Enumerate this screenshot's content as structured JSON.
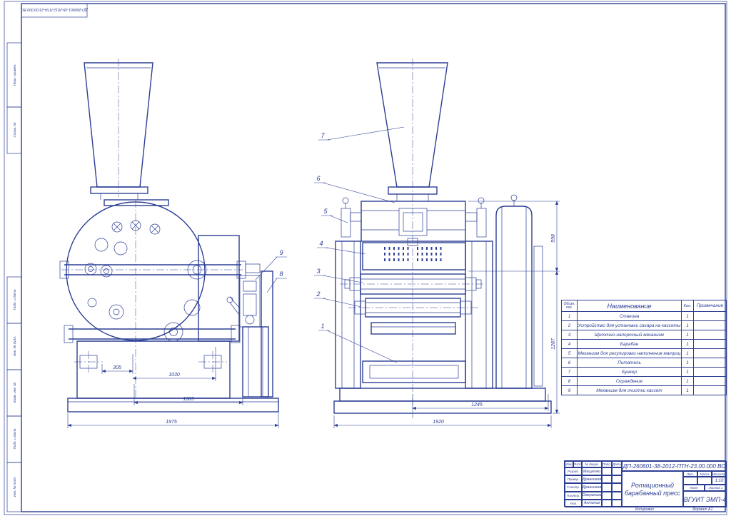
{
  "palette": {
    "ink": "#2c3e94",
    "paper": "#ffffff"
  },
  "corner_stamp": {
    "text": "ДП-260601-38-2012-ПТН-23.00.000 ВО"
  },
  "margin_labels": {
    "perv_primen": "Перв. примен.",
    "sprav_no": "Справ. №",
    "podp_data_1": "Подп. и дата",
    "inv_dubl": "Инв. № дубл.",
    "vzam_inv": "Взам. инв. №",
    "podp_data_2": "Подп. и дата",
    "inv_podl": "Инв. № подл."
  },
  "callouts": {
    "c1": "1",
    "c2": "2",
    "c3": "3",
    "c4": "4",
    "c5": "5",
    "c6": "6",
    "c7": "7",
    "c8": "8",
    "c9": "9"
  },
  "dimensions": {
    "d305": "305",
    "d1030": "1030",
    "d1005": "1005",
    "d1975": "1975",
    "d1245": "1245",
    "d1920": "1920",
    "d598": "598",
    "d1287": "1287"
  },
  "spec_table": {
    "headers": {
      "pos1": "Обозн.",
      "pos2": "поз.",
      "name": "Наименование",
      "qty": "Кол.",
      "note": "Примечание"
    },
    "rows": [
      {
        "pos": "1",
        "name": "Станина",
        "qty": "1",
        "note": ""
      },
      {
        "pos": "2",
        "name": "Устройство для установки сахара на кассеты",
        "qty": "1",
        "note": ""
      },
      {
        "pos": "3",
        "name": "Щеточно-напорочный механизм",
        "qty": "1",
        "note": ""
      },
      {
        "pos": "4",
        "name": "Барабан",
        "qty": "1",
        "note": ""
      },
      {
        "pos": "5",
        "name": "Механизм для регулировки наполнения матриц",
        "qty": "1",
        "note": ""
      },
      {
        "pos": "6",
        "name": "Питатель",
        "qty": "1",
        "note": ""
      },
      {
        "pos": "7",
        "name": "Бункер",
        "qty": "1",
        "note": ""
      },
      {
        "pos": "8",
        "name": "Ограждение",
        "qty": "1",
        "note": ""
      },
      {
        "pos": "9",
        "name": "Механизм для очистки кассет",
        "qty": "1",
        "note": ""
      }
    ]
  },
  "title_block": {
    "doc_number": "ДП-260601-38-2012-ПТН-23.00.000 ВО",
    "title_line1": "Ротационный",
    "title_line2": "барабанный пресс",
    "org": "ВГУИТ ЭМП-4",
    "header": {
      "izm": "Изм.",
      "list": "Лист",
      "doc": "№ докум.",
      "podp": "Подп.",
      "data": "Дата"
    },
    "sign_rows": [
      {
        "role": "Разраб.",
        "name": "Мацуенко"
      },
      {
        "role": "Провер.",
        "name": "Дранников"
      },
      {
        "role": "Т.контр.",
        "name": "Дранников"
      },
      {
        "role": "Н.контр.",
        "name": "Ожерельев"
      },
      {
        "role": "Утв.",
        "name": "Антипов"
      }
    ],
    "lit_label": "Лит.",
    "mass_label": "Масса",
    "scale_label": "Масштаб",
    "scale_value": "1:10",
    "sheet_label": "Лист",
    "sheets_label": "Листов 1",
    "footer": {
      "kopiroval": "Копировал",
      "format": "Формат А1"
    }
  }
}
